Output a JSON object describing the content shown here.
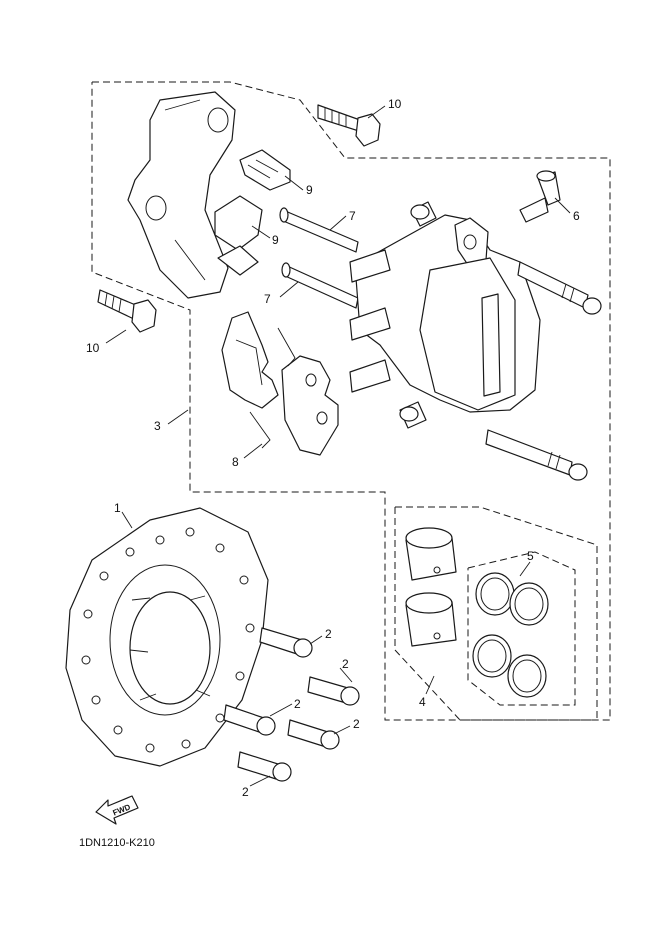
{
  "callouts": [
    "10",
    "9",
    "6",
    "7",
    "9",
    "7",
    "10",
    "3",
    "8",
    "1",
    "5",
    "2",
    "2",
    "4",
    "2",
    "2",
    "2"
  ],
  "fwd_label": "FWD",
  "diagram_code": "1DN1210-K210"
}
